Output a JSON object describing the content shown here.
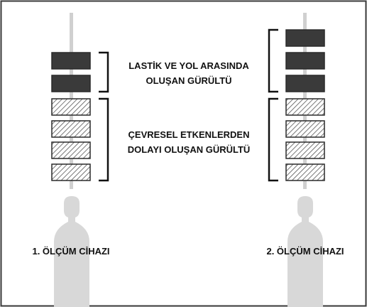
{
  "diagram": {
    "colors": {
      "frame": "#3a3a3a",
      "rod": "#d0d0d0",
      "block_solid": "#3a3a3a",
      "block_outline": "#2a2a2a",
      "hatch_line": "#555555",
      "bracket": "#111111",
      "sensor": "#d8d8d8"
    },
    "noise_groups": {
      "tire_road": {
        "line1": "LASTİK VE YOL ARASINDA",
        "line2": "OLUŞAN GÜRÜLTÜ"
      },
      "environmental": {
        "line1": "ÇEVRESEL ETKENLERDEN",
        "line2": "DOLAYI OLUŞAN GÜRÜLTÜ"
      }
    },
    "devices": [
      {
        "label": "1. ÖLÇÜM CİHAZI",
        "solid_blocks": 2,
        "hatched_blocks": 4
      },
      {
        "label": "2. ÖLÇÜM CİHAZI",
        "solid_blocks": 3,
        "hatched_blocks": 4
      }
    ]
  }
}
